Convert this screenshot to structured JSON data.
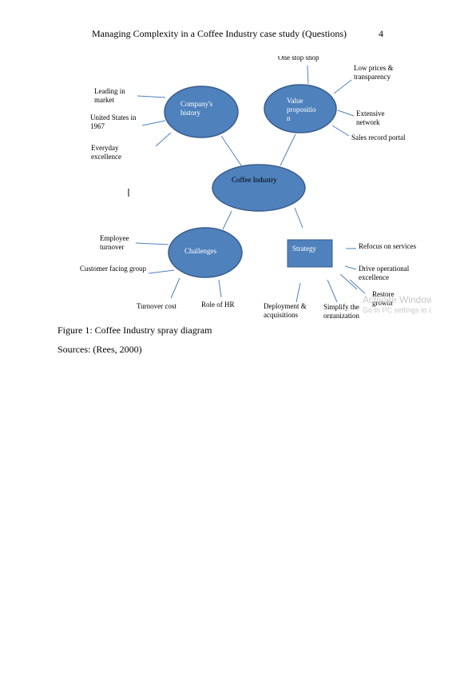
{
  "header": {
    "title": "Managing Complexity in a Coffee Industry case study (Questions)",
    "page_number": "4"
  },
  "diagram": {
    "center": "Coffee Industry",
    "history": {
      "title": "Company's history",
      "items": [
        "Leading in market",
        "United States in 1967",
        "Everyday excellence"
      ]
    },
    "value": {
      "title": "Value propositio n",
      "items": [
        "One stop shop",
        "Low prices & transparency",
        "Extensive network",
        "Sales record portal"
      ]
    },
    "challenges": {
      "title": "Challenges",
      "items": [
        "Employee turnover",
        "Customer facing group",
        "Turnover cost",
        "Role of HR"
      ]
    },
    "strategy": {
      "title": "Strategy",
      "items": [
        "Refocus on services",
        "Drive operational excellence",
        "Restore growth",
        "Deployment & acquisitions",
        "Simplify the organization"
      ]
    },
    "colors": {
      "node_fill": "#4f81bd",
      "node_stroke": "#385d8a",
      "line": "#4f81bd"
    }
  },
  "watermark": {
    "line1": "Activate Windows",
    "line2": "Go to PC settings to activate Windows."
  },
  "caption": "Figure 1: Coffee Industry spray diagram",
  "sources": "Sources: (Rees, 2000)"
}
